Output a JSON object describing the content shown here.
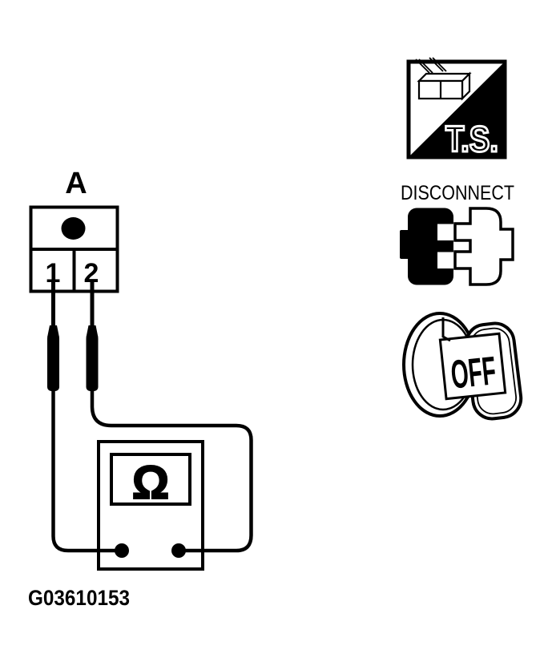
{
  "figure": {
    "id_label": "G03610153",
    "connector": {
      "label": "A",
      "pins": [
        "1",
        "2"
      ]
    },
    "meter": {
      "type": "ohmmeter",
      "display_symbol": "Ω"
    },
    "icons": {
      "test_switch": {
        "label": "T.S."
      },
      "disconnect": {
        "label": "DISCONNECT"
      },
      "ignition_off": {
        "label": "OFF"
      }
    },
    "colors": {
      "line": "#000000",
      "background": "#ffffff"
    }
  }
}
